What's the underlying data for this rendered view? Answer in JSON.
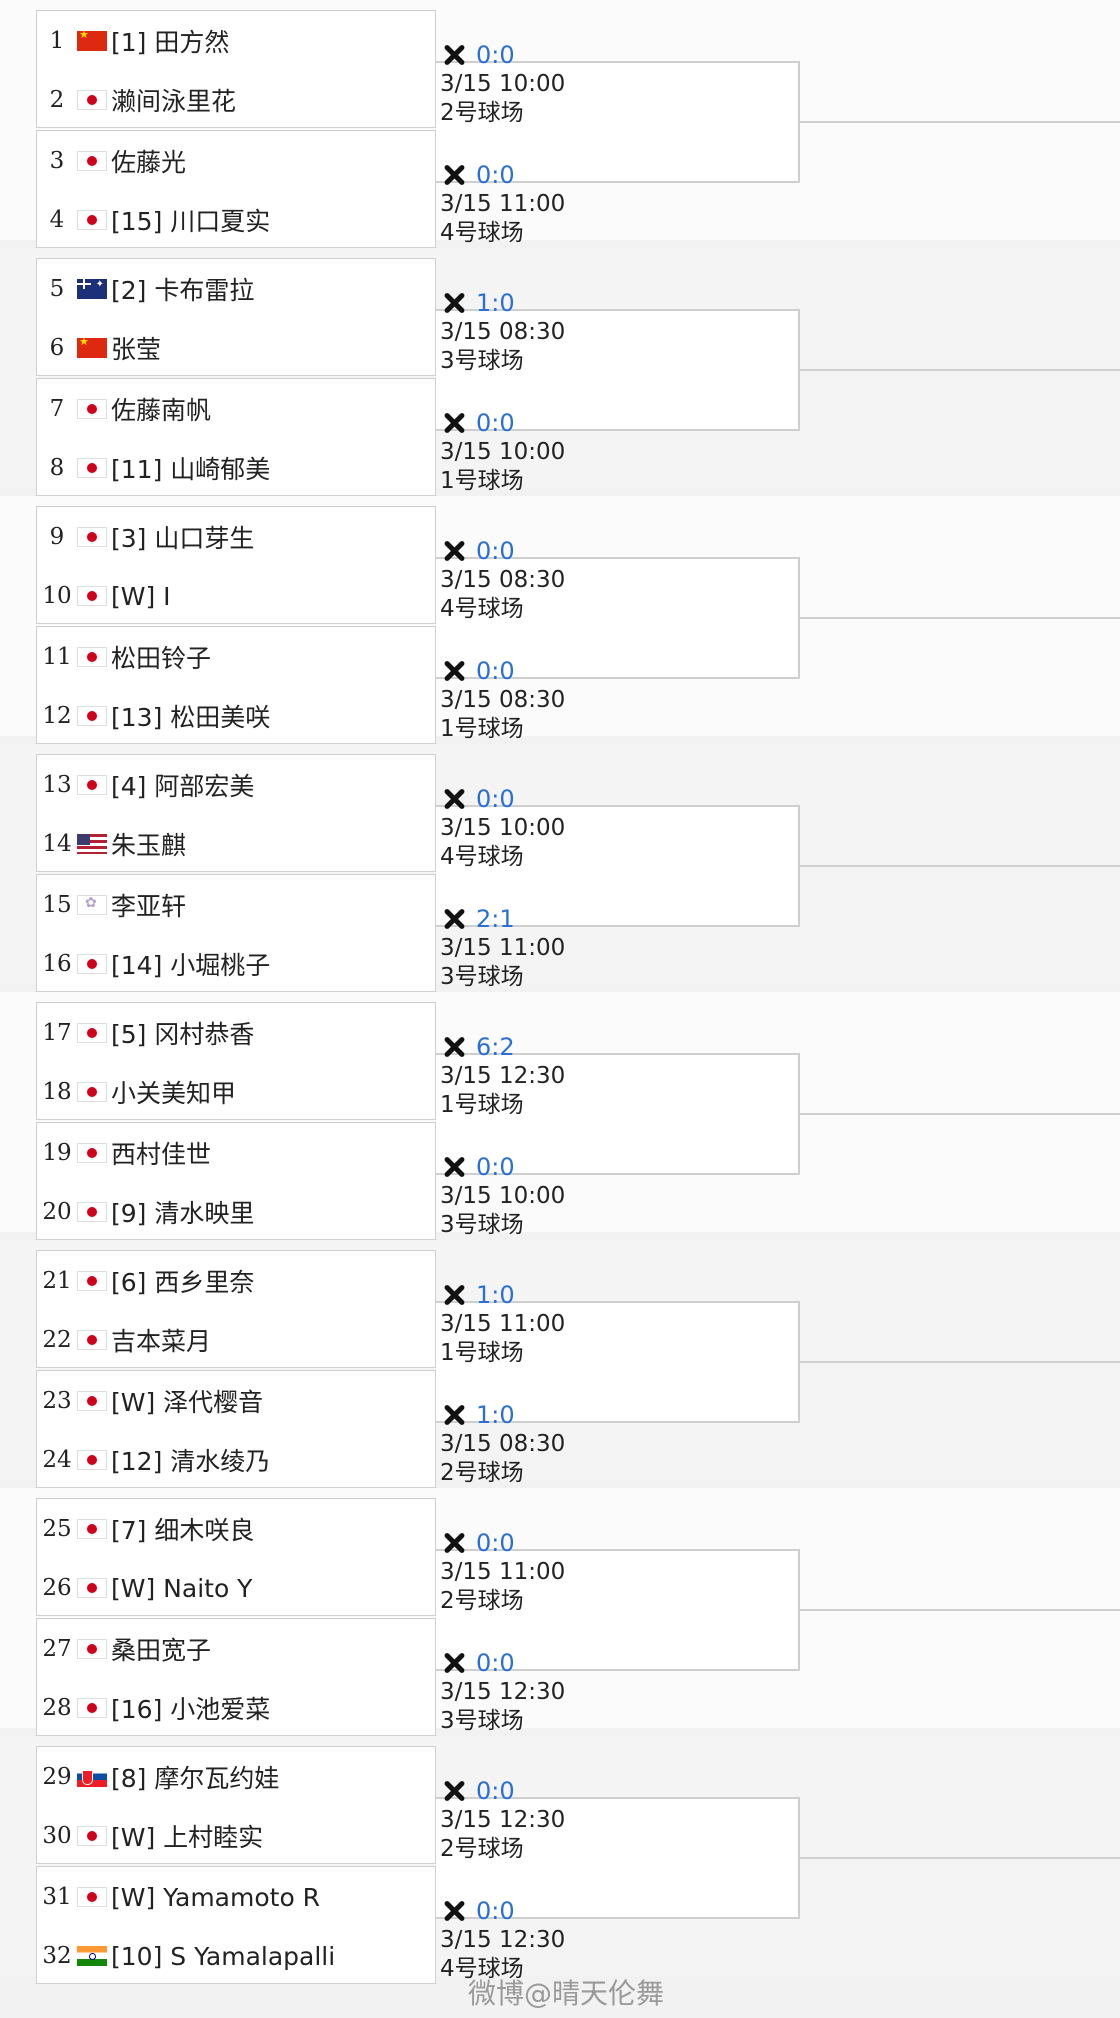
{
  "players": [
    {
      "n": "1",
      "flag": "CN",
      "name": "[1] 田方然"
    },
    {
      "n": "2",
      "flag": "JP",
      "name": "濑间泳里花"
    },
    {
      "n": "3",
      "flag": "JP",
      "name": "佐藤光"
    },
    {
      "n": "4",
      "flag": "JP",
      "name": "[15] 川口夏实"
    },
    {
      "n": "5",
      "flag": "AU",
      "name": "[2] 卡布雷拉"
    },
    {
      "n": "6",
      "flag": "CN",
      "name": "张莹"
    },
    {
      "n": "7",
      "flag": "JP",
      "name": "佐藤南帆"
    },
    {
      "n": "8",
      "flag": "JP",
      "name": "[11] 山崎郁美"
    },
    {
      "n": "9",
      "flag": "JP",
      "name": "[3] 山口芽生"
    },
    {
      "n": "10",
      "flag": "JP",
      "name": "[W] I"
    },
    {
      "n": "11",
      "flag": "JP",
      "name": "松田铃子"
    },
    {
      "n": "12",
      "flag": "JP",
      "name": "[13] 松田美咲"
    },
    {
      "n": "13",
      "flag": "JP",
      "name": "[4] 阿部宏美"
    },
    {
      "n": "14",
      "flag": "US",
      "name": "朱玉麒"
    },
    {
      "n": "15",
      "flag": "TW",
      "name": "李亚轩"
    },
    {
      "n": "16",
      "flag": "JP",
      "name": "[14] 小堀桃子"
    },
    {
      "n": "17",
      "flag": "JP",
      "name": "[5] 冈村恭香"
    },
    {
      "n": "18",
      "flag": "JP",
      "name": "小关美知甲"
    },
    {
      "n": "19",
      "flag": "JP",
      "name": "西村佳世"
    },
    {
      "n": "20",
      "flag": "JP",
      "name": "[9] 清水映里"
    },
    {
      "n": "21",
      "flag": "JP",
      "name": "[6] 西乡里奈"
    },
    {
      "n": "22",
      "flag": "JP",
      "name": "吉本菜月"
    },
    {
      "n": "23",
      "flag": "JP",
      "name": "[W] 泽代樱音"
    },
    {
      "n": "24",
      "flag": "JP",
      "name": "[12] 清水绫乃"
    },
    {
      "n": "25",
      "flag": "JP",
      "name": "[7] 细木咲良"
    },
    {
      "n": "26",
      "flag": "JP",
      "name": "[W] Naito Y"
    },
    {
      "n": "27",
      "flag": "JP",
      "name": "桑田宽子"
    },
    {
      "n": "28",
      "flag": "JP",
      "name": "[16] 小池爱菜"
    },
    {
      "n": "29",
      "flag": "SK",
      "name": "[8] 摩尔瓦约娃"
    },
    {
      "n": "30",
      "flag": "JP",
      "name": "[W] 上村睦实"
    },
    {
      "n": "31",
      "flag": "JP",
      "name": "[W] Yamamoto R"
    },
    {
      "n": "32",
      "flag": "IN",
      "name": "[10] S Yamalapalli"
    }
  ],
  "matches": [
    {
      "score": "0:0",
      "time": "3/15 10:00",
      "court": "2号球场"
    },
    {
      "score": "0:0",
      "time": "3/15 11:00",
      "court": "4号球场"
    },
    {
      "score": "1:0",
      "time": "3/15 08:30",
      "court": "3号球场"
    },
    {
      "score": "0:0",
      "time": "3/15 10:00",
      "court": "1号球场"
    },
    {
      "score": "0:0",
      "time": "3/15 08:30",
      "court": "4号球场"
    },
    {
      "score": "0:0",
      "time": "3/15 08:30",
      "court": "1号球场"
    },
    {
      "score": "0:0",
      "time": "3/15 10:00",
      "court": "4号球场"
    },
    {
      "score": "2:1",
      "time": "3/15 11:00",
      "court": "3号球场"
    },
    {
      "score": "6:2",
      "time": "3/15 12:30",
      "court": "1号球场"
    },
    {
      "score": "0:0",
      "time": "3/15 10:00",
      "court": "3号球场"
    },
    {
      "score": "1:0",
      "time": "3/15 11:00",
      "court": "1号球场"
    },
    {
      "score": "1:0",
      "time": "3/15 08:30",
      "court": "2号球场"
    },
    {
      "score": "0:0",
      "time": "3/15 11:00",
      "court": "2号球场"
    },
    {
      "score": "0:0",
      "time": "3/15 12:30",
      "court": "3号球场"
    },
    {
      "score": "0:0",
      "time": "3/15 12:30",
      "court": "2号球场"
    },
    {
      "score": "0:0",
      "time": "3/15 12:30",
      "court": "4号球场"
    }
  ],
  "watermark": "微博@晴天伦舞",
  "colors": {
    "score": "#2a6fd6",
    "border": "#cfcfcf"
  }
}
